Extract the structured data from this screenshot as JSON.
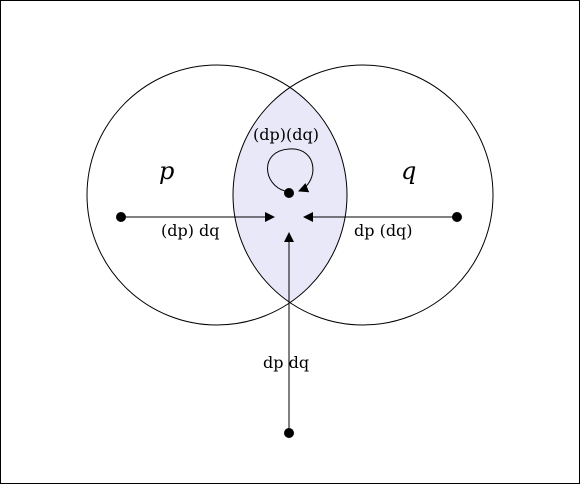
{
  "labels": {
    "p": "p",
    "q": "q",
    "dp_dq_center": "(dp)(dq)",
    "dp_paren_dq": "(dp) dq",
    "dp_dq_paren": "dp (dq)",
    "dp_dq": "dp dq"
  },
  "colors": {
    "stroke": "#000000",
    "lens_fill": "#e8e8f8",
    "background": "#ffffff"
  }
}
